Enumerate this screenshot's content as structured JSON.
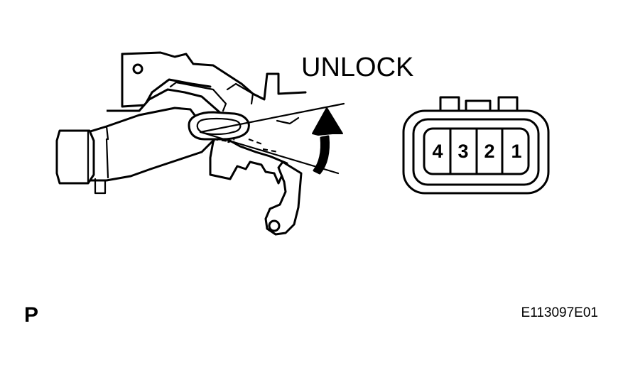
{
  "labels": {
    "unlock": "UNLOCK",
    "view_mark": "P",
    "figure_code": "E113097E01"
  },
  "connector": {
    "pins": [
      "4",
      "3",
      "2",
      "1"
    ]
  },
  "colors": {
    "line": "#000000",
    "background": "#ffffff"
  }
}
